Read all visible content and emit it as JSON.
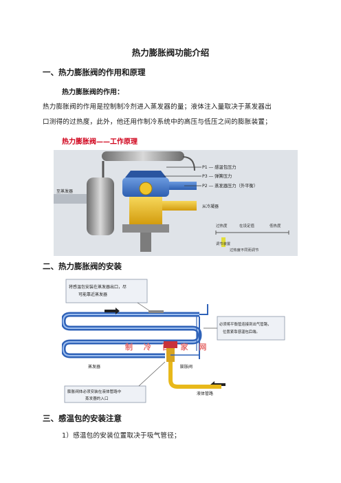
{
  "doc": {
    "title": "热力膨胀阀功能介绍",
    "section1": "一、热力膨胀阀的作用和原理",
    "sub1": "热力膨胀阀的作用：",
    "para_line1": "热力膨胀阀的作用是控制制冷剂进入蒸发器的量；液体注入量取决于蒸发器出",
    "para_line2": "口测得的过热度，此外，他还用作制冷系统中的高压与低压之间的膨胀装置；",
    "red_caption": "热力膨胀阀——工作原理",
    "section2": "二、热力膨胀阀的安装",
    "section3": "三、感温包的安装注意",
    "item1": "1）感温包的安装位置取决于吸气管径；"
  },
  "fig1": {
    "p1": "P1 ― 感温包压力",
    "p3": "P3 ― 弹簧压力",
    "p2": "P2 ― 蒸发器压力（外平衡）",
    "left_label": "至蒸发器",
    "right_label": "从冷凝器",
    "legend": [
      "过热度",
      "在设定值",
      "低热度"
    ],
    "note_line1": "调节装置",
    "note_line2": "过热度不同而调节"
  },
  "fig2": {
    "callout_top_line1": "将感温包安装在蒸发器出口，尽",
    "callout_top_line2": "可能靠近蒸发器",
    "callout_right_line1": "必须将平衡管连接到出气管路，",
    "callout_right_line2": "位置紧靠感温包后端。",
    "watermark": "制 冷 百 家 网",
    "evaporator": "蒸发器",
    "valve": "膨胀阀",
    "callout_bottom_line1": "膨胀阀体必须安装在液体管路中",
    "callout_bottom_line2": "蒸发器的入口",
    "liquid_line": "液体管路"
  },
  "colors": {
    "accent_red": "#d0021b",
    "pipe_blue": "#3a73c4",
    "pipe_yellow": "#e8b81a"
  }
}
